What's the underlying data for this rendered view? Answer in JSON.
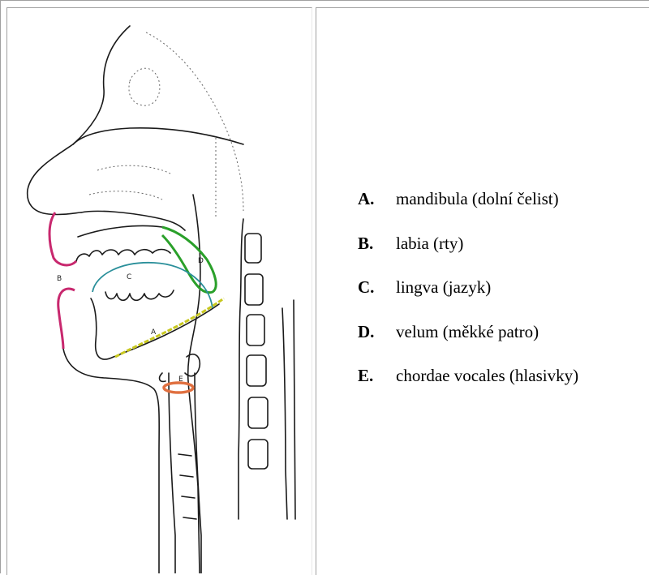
{
  "figure": {
    "diagram_labels": {
      "A": "A",
      "B": "B",
      "C": "C",
      "D": "D",
      "E": "E"
    }
  },
  "legend": [
    {
      "letter": "A.",
      "text": "mandibula (dolní čelist)"
    },
    {
      "letter": "B.",
      "text": "labia (rty)"
    },
    {
      "letter": "C.",
      "text": "lingva (jazyk)"
    },
    {
      "letter": "D.",
      "text": "velum (měkké patro)"
    },
    {
      "letter": "E.",
      "text": "chordae vocales (hlasivky)"
    }
  ],
  "colors": {
    "lips": "#c8286e",
    "velum": "#2aa02a",
    "tongue": "#2a8f9a",
    "mandible": "#c8c81e",
    "vocal_cords": "#e07040",
    "line": "#1a1a1a"
  }
}
